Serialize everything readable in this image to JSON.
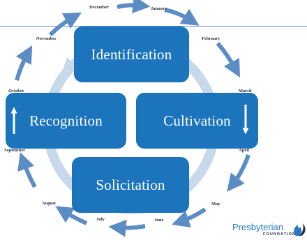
{
  "colors": {
    "box_fill": "#1c75bc",
    "arrow_blue": "#5b8dc4",
    "inner_ring": "#c9d9ec",
    "box_text": "#ffffff",
    "month_text": "#1e2a3a",
    "brand_blue": "#2b78c2"
  },
  "stages": {
    "identification": "Identification",
    "cultivation": "Cultivation",
    "solicitation": "Solicitation",
    "recognition": "Recognition"
  },
  "months": {
    "december": "December",
    "january": "January",
    "february": "February",
    "march": "March",
    "april": "April",
    "may": "May",
    "june": "June",
    "july": "July",
    "august": "August",
    "september": "September",
    "october": "October",
    "november": "November"
  },
  "logo": {
    "name": "Presbyterian",
    "sub": "FOUNDATION",
    "icon": "flame-icon"
  }
}
